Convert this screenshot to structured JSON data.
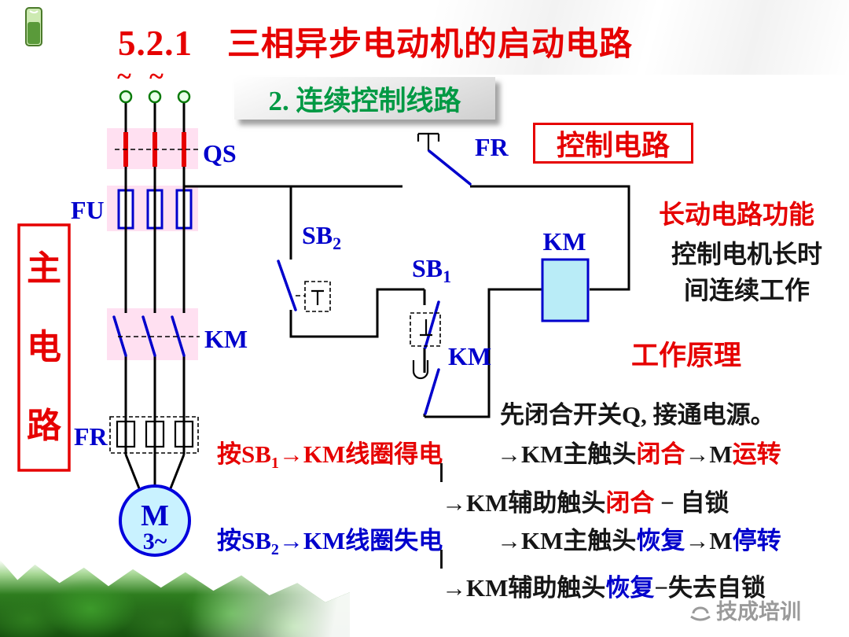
{
  "header": {
    "number": "5.2.1",
    "title": "三相异步电动机的启动电路"
  },
  "subtitle": {
    "label": "2. 连续控制线路"
  },
  "control_box": {
    "label": "控制电路"
  },
  "diagram": {
    "tilde_left": "~",
    "tilde_right": "~",
    "qs": "QS",
    "fu": "FU",
    "km_main": "KM",
    "fr_main": "FR",
    "fr_ctrl": "FR",
    "sb2": "SB",
    "sb2_sub": "2",
    "sb1": "SB",
    "sb1_sub": "1",
    "km_coil": "KM",
    "km_aux": "KM",
    "motor_letter": "M",
    "motor_phase": "3~",
    "main1": "主",
    "main2": "电",
    "main3": "路"
  },
  "right_panel": {
    "function_title": "长动电路功能",
    "function_line1": "控制电机长时",
    "function_line2": "间连续工作",
    "principle_title": "工作原理",
    "principle_text": "先闭合开关Q, 接通电源。"
  },
  "explanation": {
    "press_sb1": "按SB",
    "press_sb1_sub": "1",
    "sb1_coil": "→KM线圈",
    "sb1_state": "得电",
    "r1_main": "→KM主触头",
    "r1_act": "闭合",
    "r1_arrow_m": "→M",
    "r1_result": "运转",
    "r2_aux": "→KM辅助触头",
    "r2_act": "闭合",
    "r2_tail": " − 自锁",
    "press_sb2": "按SB",
    "press_sb2_sub": "2",
    "sb2_coil": "→KM线圈",
    "sb2_state": "失电",
    "r3_main": "→KM主触头",
    "r3_act": "恢复",
    "r3_arrow_m": "→M",
    "r3_result": "停转",
    "r4_aux": "→KM辅助触头",
    "r4_act": "恢复",
    "r4_tail": "−失去自锁"
  },
  "watermark": {
    "text": "技成培训"
  },
  "colors": {
    "accent_red": "#e60000",
    "accent_blue": "#0000cc",
    "title_green": "#009944",
    "coil_fill": "#b9ecf7",
    "motor_fill": "#c9f2ff",
    "highlight_pink": "#ffd6ec"
  }
}
